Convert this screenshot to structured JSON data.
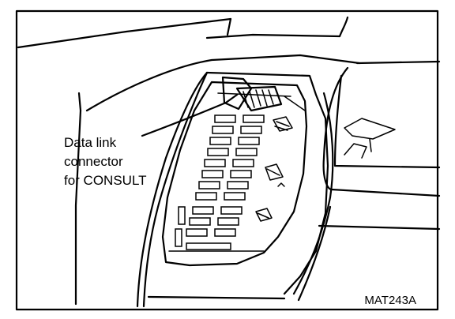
{
  "callout": {
    "line1": "Data link",
    "line2": "connector",
    "line3": "for CONSULT"
  },
  "figure_code": "MAT243A"
}
